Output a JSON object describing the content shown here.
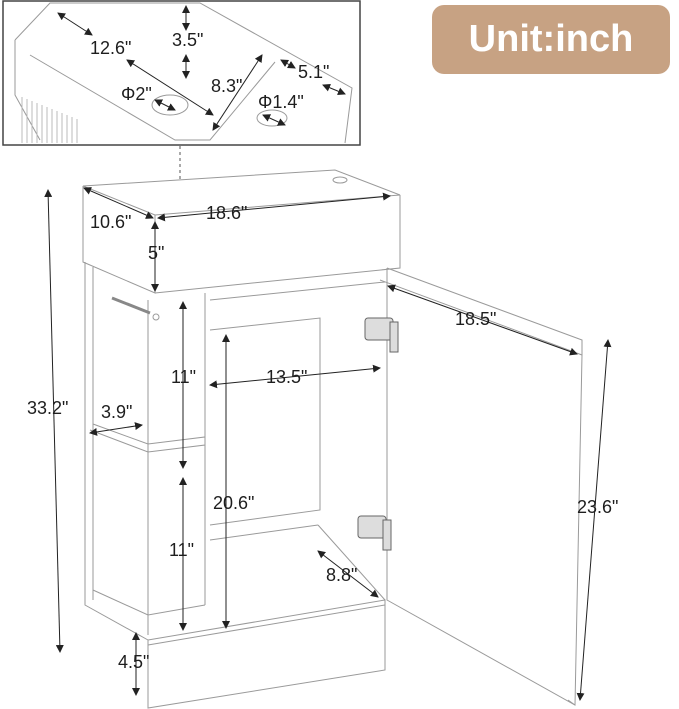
{
  "unit_badge": {
    "label": "Unit:inch",
    "background": "#c7a283",
    "text_color": "#ffffff"
  },
  "inset_basin": {
    "dimensions": {
      "basin_length": "12.6\"",
      "basin_depth": "3.5\"",
      "basin_width": "8.3\"",
      "faucet_ledge": "5.1\"",
      "drain_hole": "Φ2\"",
      "faucet_hole": "Φ1.4\""
    }
  },
  "vanity": {
    "dimensions": {
      "sink_depth": "10.6\"",
      "sink_width": "18.6\"",
      "sink_height": "5\"",
      "total_height": "33.2\"",
      "shelf_upper_height": "11\"",
      "shelf_lower_height": "11\"",
      "shelf_depth": "3.9\"",
      "cabinet_inner_width": "13.5\"",
      "cabinet_inner_height": "20.6\"",
      "cabinet_inner_depth": "8.8\"",
      "base_height": "4.5\"",
      "door_width": "18.5\"",
      "door_height": "23.6\""
    }
  }
}
